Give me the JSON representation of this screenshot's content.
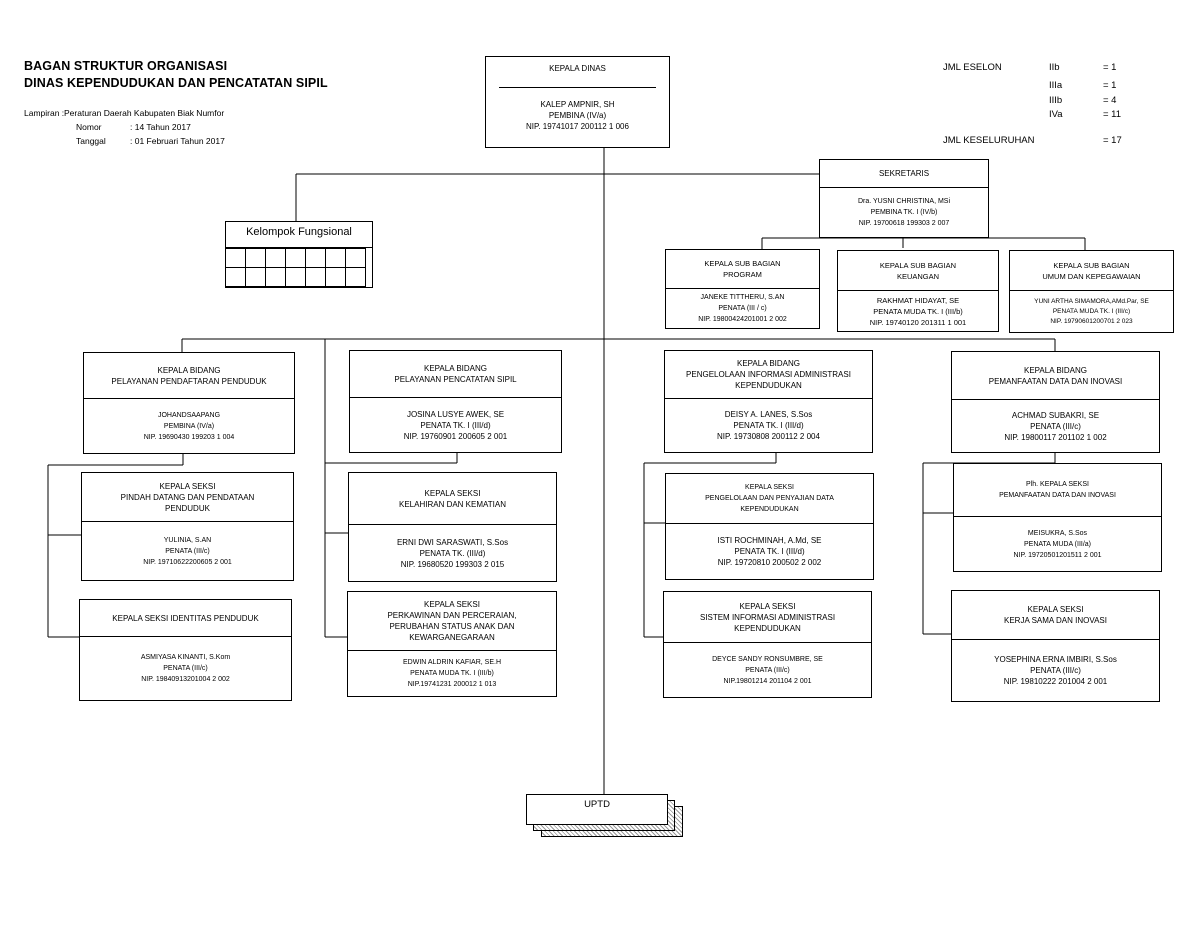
{
  "header": {
    "title_line1": "BAGAN STRUKTUR ORGANISASI",
    "title_line2": "DINAS KEPENDUDUKAN DAN PENCATATAN SIPIL",
    "lampiran_label": "Lampiran :",
    "lampiran_value": "Peraturan Daerah Kabupaten Biak Numfor",
    "nomor_label": "Nomor",
    "nomor_value": ": 14 Tahun 2017",
    "tanggal_label": "Tanggal",
    "tanggal_value": ": 01 Februari Tahun 2017"
  },
  "eselon": {
    "label": "JML ESELON",
    "rows": [
      {
        "level": "IIb",
        "value": "= 1"
      },
      {
        "level": "IIIa",
        "value": "= 1"
      },
      {
        "level": "IIIb",
        "value": "= 4"
      },
      {
        "level": "IVa",
        "value": "= 11"
      }
    ],
    "total_label": "JML KESELURUHAN",
    "total_value": "= 17"
  },
  "kepala_dinas": {
    "title": "KEPALA DINAS",
    "name": "KALEP AMPNIR, SH",
    "rank": "PEMBINA (IV/a)",
    "nip": "NIP. 19741017 200112 1 006"
  },
  "sekretaris": {
    "title": "SEKRETARIS",
    "name": "Dra. YUSNI CHRISTINA, MSi",
    "rank": "PEMBINA TK. I (IV/b)",
    "nip": "NIP. 19700618 199303 2 007"
  },
  "kelompok_fungsional": {
    "title": "Kelompok Fungsional"
  },
  "subbagian": [
    {
      "title1": "KEPALA SUB BAGIAN",
      "title2": "PROGRAM",
      "name": "JANEKE TITTHERU, S.AN",
      "rank": "PENATA (III / c)",
      "nip": "NIP. 19800424201001 2 002"
    },
    {
      "title1": "KEPALA SUB BAGIAN",
      "title2": "KEUANGAN",
      "name": "RAKHMAT HIDAYAT, SE",
      "rank": "PENATA MUDA TK. I (III/b)",
      "nip": "NIP. 19740120 201311 1 001"
    },
    {
      "title1": "KEPALA SUB BAGIAN",
      "title2": "UMUM DAN KEPEGAWAIAN",
      "name": "YUNI ARTHA SIMAMORA,AMd.Par, SE",
      "rank": "PENATA MUDA TK. I (III/c)",
      "nip": "NIP. 19790601200701 2 023"
    }
  ],
  "bidang": [
    {
      "title": [
        "KEPALA BIDANG",
        "PELAYANAN PENDAFTARAN PENDUDUK"
      ],
      "name": "JOHANDSAAPANG",
      "rank": "PEMBINA (IV/a)",
      "nip": "NIP. 19690430 199203 1 004",
      "seksi": [
        {
          "title": [
            "KEPALA SEKSI",
            "PINDAH DATANG DAN PENDATAAN",
            "PENDUDUK"
          ],
          "name": "YULINIA, S.AN",
          "rank": "PENATA (III/c)",
          "nip": "NIP. 19710622200605 2 001"
        },
        {
          "title": [
            "KEPALA SEKSI IDENTITAS PENDUDUK"
          ],
          "name": "ASMIYASA KINANTI, S.Kom",
          "rank": "PENATA (III/c)",
          "nip": "NIP. 19840913201004 2 002"
        }
      ]
    },
    {
      "title": [
        "KEPALA BIDANG",
        "PELAYANAN PENCATATAN SIPIL"
      ],
      "name": "JOSINA LUSYE AWEK, SE",
      "rank": "PENATA TK. I (III/d)",
      "nip": "NIP. 19760901 200605 2 001",
      "seksi": [
        {
          "title": [
            "KEPALA SEKSI",
            "KELAHIRAN DAN KEMATIAN"
          ],
          "name": "ERNI DWI SARASWATI, S.Sos",
          "rank": "PENATA TK. (III/d)",
          "nip": "NIP. 19680520 199303 2 015"
        },
        {
          "title": [
            "KEPALA SEKSI",
            "PERKAWINAN DAN PERCERAIAN,",
            "PERUBAHAN STATUS ANAK DAN",
            "KEWARGANEGARAAN"
          ],
          "name": "EDWIN ALDRIN KAFIAR, SE.H",
          "rank": "PENATA MUDA TK. I (III/b)",
          "nip": "NIP.19741231 200012 1 013"
        }
      ]
    },
    {
      "title": [
        "KEPALA BIDANG",
        "PENGELOLAAN INFORMASI ADMINISTRASI",
        "KEPENDUDUKAN"
      ],
      "name": "DEISY A. LANES, S.Sos",
      "rank": "PENATA TK. I (III/d)",
      "nip": "NIP. 19730808 200112 2 004",
      "seksi": [
        {
          "title": [
            "KEPALA SEKSI",
            "PENGELOLAAN DAN PENYAJIAN DATA",
            "KEPENDUDUKAN"
          ],
          "name": "ISTI ROCHMINAH, A.Md, SE",
          "rank": "PENATA TK. I (III/d)",
          "nip": "NIP. 19720810 200502 2 002"
        },
        {
          "title": [
            "KEPALA SEKSI",
            "SISTEM INFORMASI ADMINISTRASI",
            "KEPENDUDUKAN"
          ],
          "name": "DEYCE SANDY RONSUMBRE, SE",
          "rank": "PENATA (III/c)",
          "nip": "NIP.19801214 201104 2 001"
        }
      ]
    },
    {
      "title": [
        "KEPALA BIDANG",
        "PEMANFAATAN DATA DAN INOVASI"
      ],
      "name": "ACHMAD SUBAKRI, SE",
      "rank": "PENATA (III/c)",
      "nip": "NIP. 19800117 201102 1 002",
      "seksi": [
        {
          "title": [
            "Plh. KEPALA SEKSI",
            "PEMANFAATAN DATA DAN INOVASI"
          ],
          "name": "MEISUKRA, S.Sos",
          "rank": "PENATA MUDA (III/a)",
          "nip": "NIP. 19720501201511 2 001"
        },
        {
          "title": [
            "KEPALA SEKSI",
            "KERJA SAMA DAN INOVASI"
          ],
          "name": "YOSEPHINA ERNA IMBIRI, S.Sos",
          "rank": "PENATA (III/c)",
          "nip": "NIP.  19810222 201004 2 001"
        }
      ]
    }
  ],
  "uptd": {
    "title": "UPTD"
  }
}
